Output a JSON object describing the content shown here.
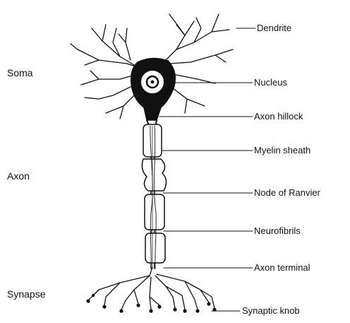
{
  "left_labels": {
    "soma": "Soma",
    "axon": "Axon",
    "synapse": "Synapse"
  },
  "right_labels": {
    "dendrite": "Dendrite",
    "nucleus": "Nucleus",
    "axon_hillock": "Axon hillock",
    "myelin_sheath": "Myelin sheath",
    "node_of_ranvier": "Node of  Ranvier",
    "neurofibrils": "Neurofibrils",
    "axon_terminal": "Axon terminal",
    "synaptic_knob": "Synaptic knob"
  },
  "colors": {
    "ink": "#111111",
    "background": "#ffffff"
  }
}
